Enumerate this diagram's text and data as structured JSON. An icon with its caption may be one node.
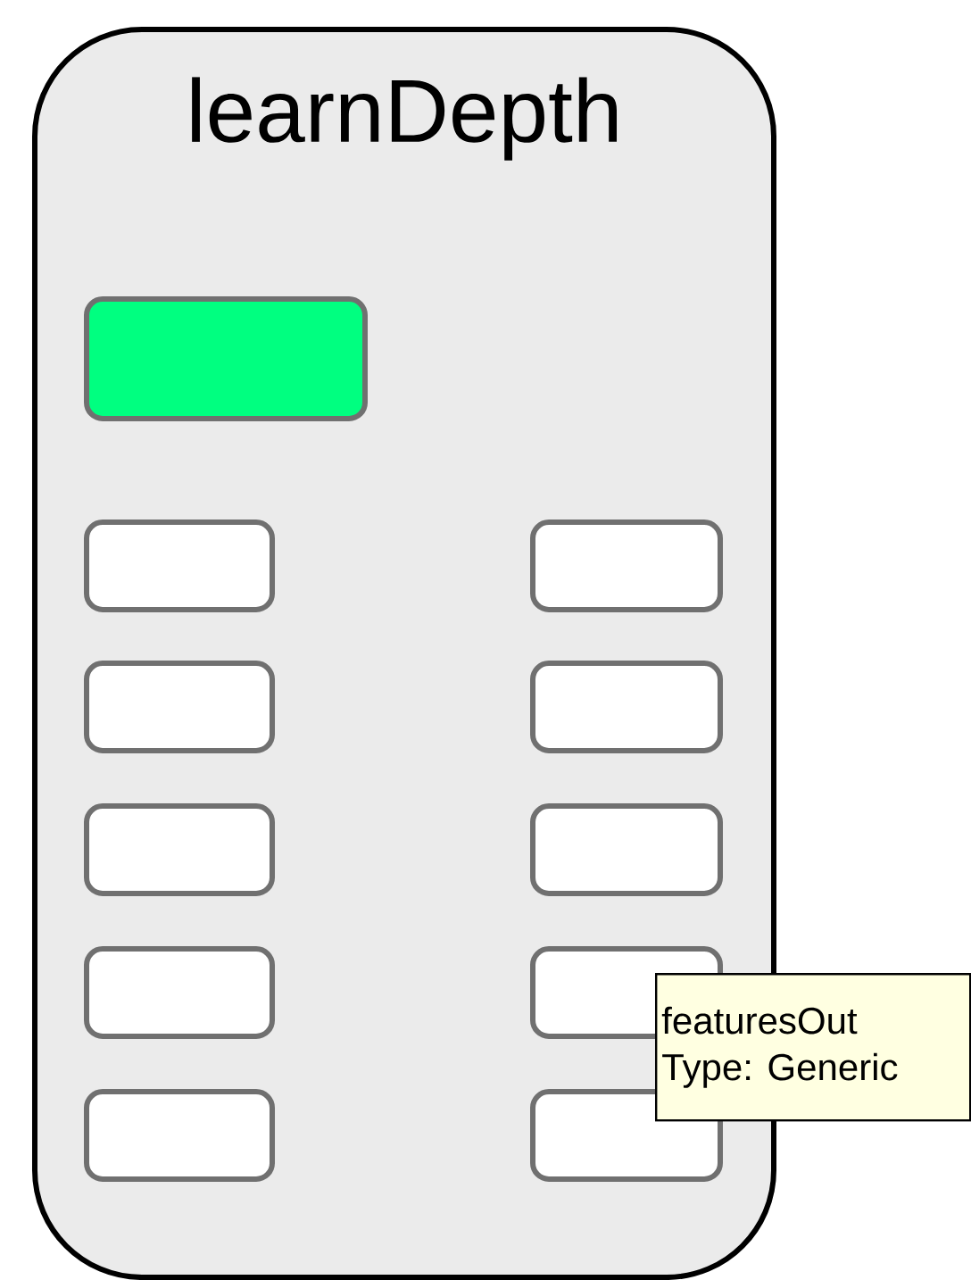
{
  "diagram": {
    "nodes": [
      {
        "text": [
          "learnDepth"
        ]
      },
      {
        "text": [],
        "shape": "box",
        "in": 0
      },
      {
        "text": [],
        "shape": "box",
        "in": 0
      },
      {
        "text": [],
        "shape": "box",
        "in": 0
      },
      {
        "text": [],
        "shape": "box",
        "in": 0
      },
      {
        "text": [],
        "shape": "box",
        "in": 0
      },
      {
        "text": [],
        "shape": "box",
        "in": 0
      },
      {
        "text": [],
        "shape": "box",
        "in": 0
      },
      {
        "text": [],
        "shape": "box",
        "in": 0
      },
      {
        "text": [],
        "shape": "box",
        "in": 0
      },
      {
        "text": [],
        "shape": "box",
        "in": 0
      },
      {
        "text": [],
        "shape": "box",
        "in": 0
      },
      {
        "text": [
          "featuresOut",
          "Type: Generic"
        ]
      }
    ]
  }
}
